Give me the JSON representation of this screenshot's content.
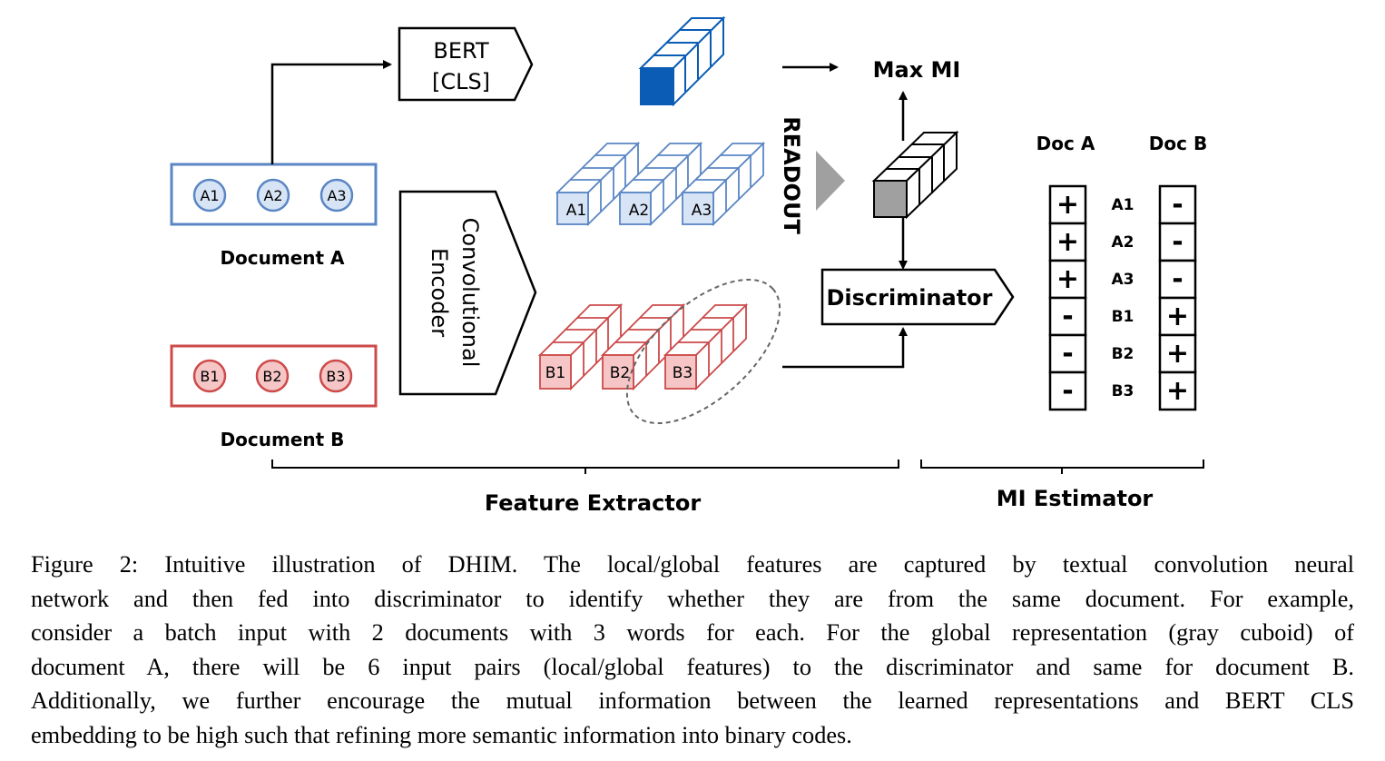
{
  "diagram": {
    "bert_label_line1": "BERT",
    "bert_label_line2": "[CLS]",
    "max_mi": "Max MI",
    "readout": "READOUT",
    "encoder_line1": "Convolutional",
    "encoder_line2": "Encoder",
    "discriminator": "Discriminator",
    "document_a": "Document A",
    "document_b": "Document B",
    "doc_a_words": [
      "A1",
      "A2",
      "A3"
    ],
    "doc_b_words": [
      "B1",
      "B2",
      "B3"
    ],
    "feature_extractor": "Feature Extractor",
    "mi_estimator": "MI Estimator",
    "table": {
      "col_a": "Doc A",
      "col_b": "Doc B",
      "rows": [
        {
          "label": "A1",
          "a": "+",
          "b": "-"
        },
        {
          "label": "A2",
          "a": "+",
          "b": "-"
        },
        {
          "label": "A3",
          "a": "+",
          "b": "-"
        },
        {
          "label": "B1",
          "a": "-",
          "b": "+"
        },
        {
          "label": "B2",
          "a": "-",
          "b": "+"
        },
        {
          "label": "B3",
          "a": "-",
          "b": "+"
        }
      ]
    },
    "colors": {
      "blue_stroke": "#5a86c4",
      "blue_fill": "#d6e4f6",
      "red_stroke": "#cc4a4a",
      "red_fill": "#f6c6c6",
      "bert_blue": "#0b5cb5",
      "gray": "#a0a0a0"
    }
  },
  "caption": {
    "lines": [
      "Figure 2:  Intuitive illustration of DHIM. The local/global features are captured by textual convolution neural",
      "network and then fed into discriminator to identify whether they are from the same document.  For example,",
      "consider a batch input with 2 documents with 3 words for each.  For the global representation (gray cuboid) of",
      "document A, there will be 6 input pairs (local/global features) to the discriminator and same for document B.",
      "Additionally, we further encourage the mutual information between the learned representations and BERT CLS",
      "embedding to be high such that refining more semantic information into binary codes."
    ]
  }
}
